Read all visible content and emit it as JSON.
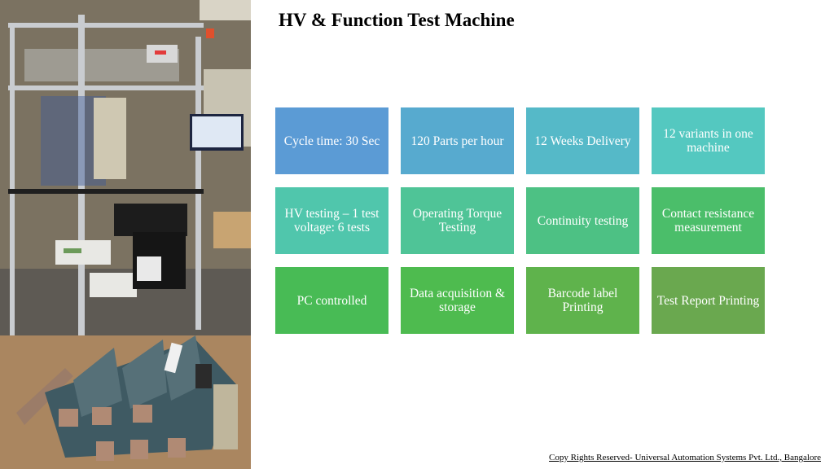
{
  "slide": {
    "title": "HV & Function Test Machine",
    "footer": "Copy Rights Reserved- Universal Automation Systems Pvt. Ltd., Bangalore"
  },
  "images": {
    "machine_photo": "test-machine-photo",
    "product_photo": "switch-disconnector-photo"
  },
  "features": [
    {
      "label": "Cycle time: 30 Sec",
      "color": "#5b9bd5"
    },
    {
      "label": "120 Parts per hour",
      "color": "#57aacf"
    },
    {
      "label": "12 Weeks Delivery",
      "color": "#55b9c8"
    },
    {
      "label": "12 variants in one machine",
      "color": "#54c8c0"
    },
    {
      "label": "HV testing – 1 test voltage: 6 tests",
      "color": "#50c6ac"
    },
    {
      "label": "Operating Torque Testing",
      "color": "#4fc497"
    },
    {
      "label": "Continuity  testing",
      "color": "#4dc184"
    },
    {
      "label": "Contact resistance measurement",
      "color": "#4bbe6a"
    },
    {
      "label": "PC controlled",
      "color": "#48bb55"
    },
    {
      "label": "Data acquisition & storage",
      "color": "#4ebb4f"
    },
    {
      "label": "Barcode label Printing",
      "color": "#5fb34c"
    },
    {
      "label": "Test Report Printing",
      "color": "#6aa84f"
    }
  ]
}
